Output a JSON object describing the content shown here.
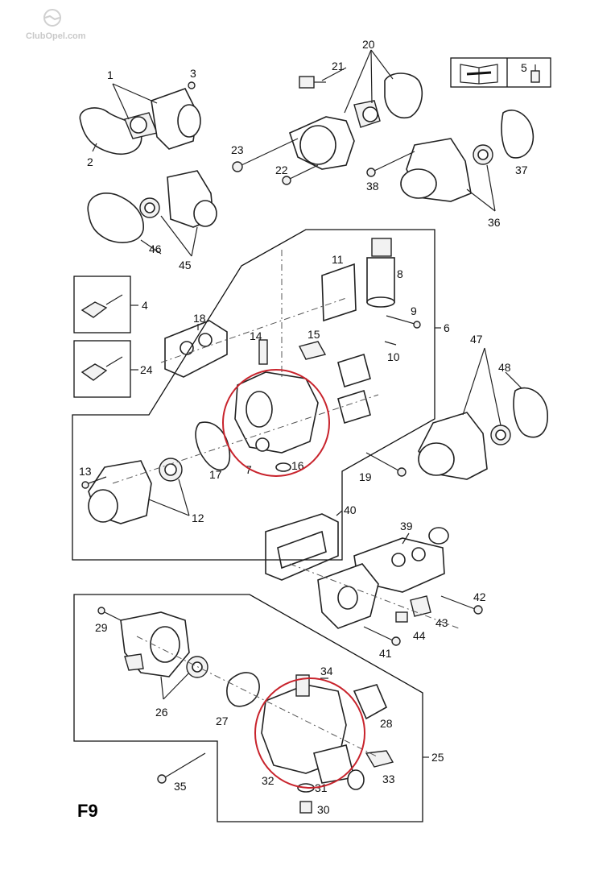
{
  "watermark": "ClubOpel.com",
  "page_label": "F9",
  "legend": {
    "callout": "5",
    "icon": "repair-manual-icon"
  },
  "callouts": {
    "n1": "1",
    "n2": "2",
    "n3": "3",
    "n4": "4",
    "n5": "5",
    "n6": "6",
    "n7": "7",
    "n8": "8",
    "n9": "9",
    "n10": "10",
    "n11": "11",
    "n12": "12",
    "n13": "13",
    "n14": "14",
    "n15": "15",
    "n16": "16",
    "n17": "17",
    "n18": "18",
    "n19": "19",
    "n20": "20",
    "n21": "21",
    "n22": "22",
    "n23": "23",
    "n24": "24",
    "n25": "25",
    "n26": "26",
    "n27": "27",
    "n28": "28",
    "n29": "29",
    "n30": "30",
    "n31": "31",
    "n32": "32",
    "n33": "33",
    "n34": "34",
    "n35": "35",
    "n36": "36",
    "n37": "37",
    "n38": "38",
    "n39": "39",
    "n40": "40",
    "n41": "41",
    "n42": "42",
    "n43": "43",
    "n44": "44",
    "n45": "45",
    "n46": "46",
    "n47": "47",
    "n48": "48"
  },
  "highlight_color": "#c8232c"
}
